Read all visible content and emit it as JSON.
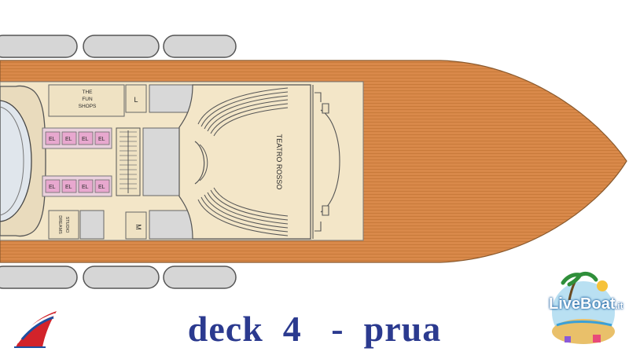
{
  "caption": "deck  4   -  prua",
  "rooms": {
    "fun_shops": [
      "THE",
      "FUN",
      "SHOPS"
    ],
    "dreams_studio": [
      "DREAMS",
      "STUDIO"
    ],
    "theatre": "TEATRO ROSSO",
    "lift_top": "L",
    "lift_bottom": "M",
    "elevator_label": "EL"
  },
  "logo": {
    "brand_live": "Live",
    "brand_boat": "Boat",
    "brand_tld": ".it"
  },
  "colors": {
    "deck_wood": "#d9894a",
    "interior": "#f3e6c8",
    "pink_cabins": "#e8a8cf",
    "gray_rooms": "#d8d8d8",
    "caption": "#2b3a8f"
  }
}
